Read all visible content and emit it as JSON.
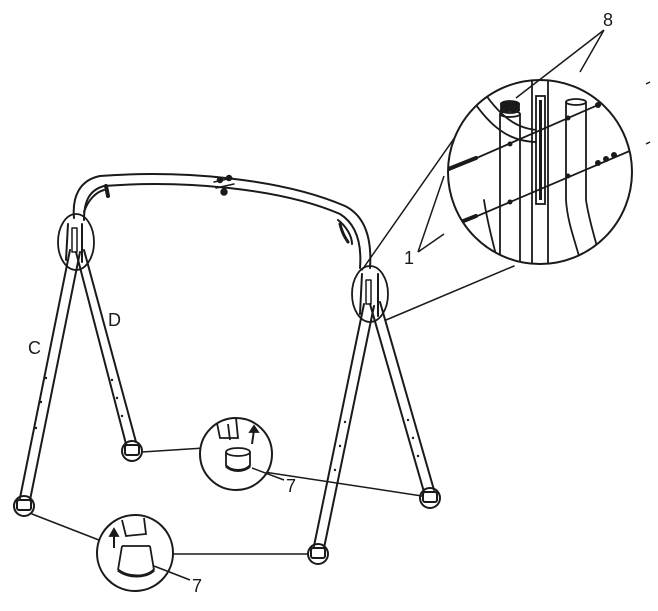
{
  "labels": {
    "leg_c": "C",
    "leg_d": "D",
    "bolt_part": "1",
    "cap_part": "8",
    "foot_cap_part_back": "7",
    "foot_cap_part_front": "7"
  },
  "colors": {
    "line": "#1a1a1a",
    "paper": "#ffffff"
  }
}
